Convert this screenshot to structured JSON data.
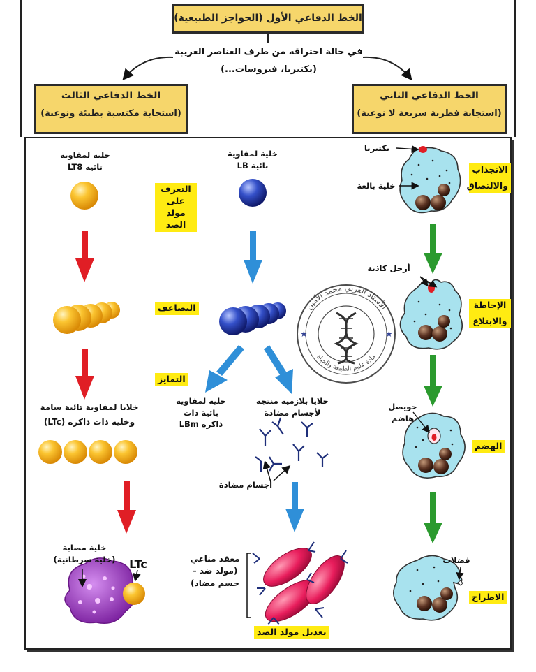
{
  "header": {
    "line_one_title": "الخط الدفاعي الأول (الحواجز الطبيعية)",
    "intrusion_line1": "في حالة اختراقه من طرف العناصر الغريبة",
    "intrusion_line2": "(بكتيريا، فيروسات...)"
  },
  "lines": {
    "third_title": "الخط الدفاعي الثالث",
    "third_sub": "(استجابة مكتسبة بطيئة ونوعية)",
    "second_title": "الخط الدفاعي الثاني",
    "second_sub": "(استجابة فطرية سريعة لا نوعية)"
  },
  "phagocytosis": {
    "bacteria": "بكتيريا",
    "phagocyte": "خلية بالعة",
    "pseudopods": "أرجل كاذبة",
    "vesicle_l1": "حويصل",
    "vesicle_l2": "هاضم",
    "waste": "فضلات",
    "stage1_l1": "الانجذاب",
    "stage1_l2": "والالتصاق",
    "stage2_l1": "الإحاطة",
    "stage2_l2": "والابتلاع",
    "stage3": "الهضم",
    "stage4": "الاطراح"
  },
  "t_branch": {
    "cell_l1": "خلية لمفاوية",
    "cell_l2": "تائية LT8",
    "final_l1": "خلايا لمفاوية تائية سامة",
    "final_l2": "وخلية ذات ذاكرة (LTc)",
    "infected_l1": "خلية مصابة",
    "infected_l2": "(خلية سرطانية)",
    "ltc": "LTc"
  },
  "b_branch": {
    "cell_l1": "خلية لمفاوية",
    "cell_l2": "بائية LB",
    "memory_l1": "خلية لمفاوية",
    "memory_l2": "بائية ذات",
    "memory_l3": "ذاكرة LBm",
    "plasma_l1": "خلايا بلازمية منتجة",
    "plasma_l2": "لأجسام مضادة",
    "antibodies": "أجسام مضادة",
    "complex_l1": "معقد مناعي",
    "complex_l2": "(مولد ضد –",
    "complex_l3": "جسم مضاد)",
    "neutralize": "تعديل مولد الضد"
  },
  "stages": {
    "recognition_l1": "التعرف على",
    "recognition_l2": "مولد الضد",
    "proliferation": "التضاعف",
    "differentiation": "التمايز"
  },
  "watermark": {
    "outer_text": "الأستاذ العربي محمد الأمين",
    "inner_text": "مادة علوم الطبيعة والحياة"
  },
  "colors": {
    "box_fill": "#f6d66b",
    "highlight": "#ffeb12",
    "t_cell": "#f5b21c",
    "b_cell": "#2f45b8",
    "red_arrow": "#e01e25",
    "blue_arrow": "#2f8fd8",
    "green_arrow": "#2b9a2e",
    "phagocyte_fill": "#a8e2ee",
    "cancer_cell": "#a23fc2",
    "antigen": "#e21a5a"
  }
}
